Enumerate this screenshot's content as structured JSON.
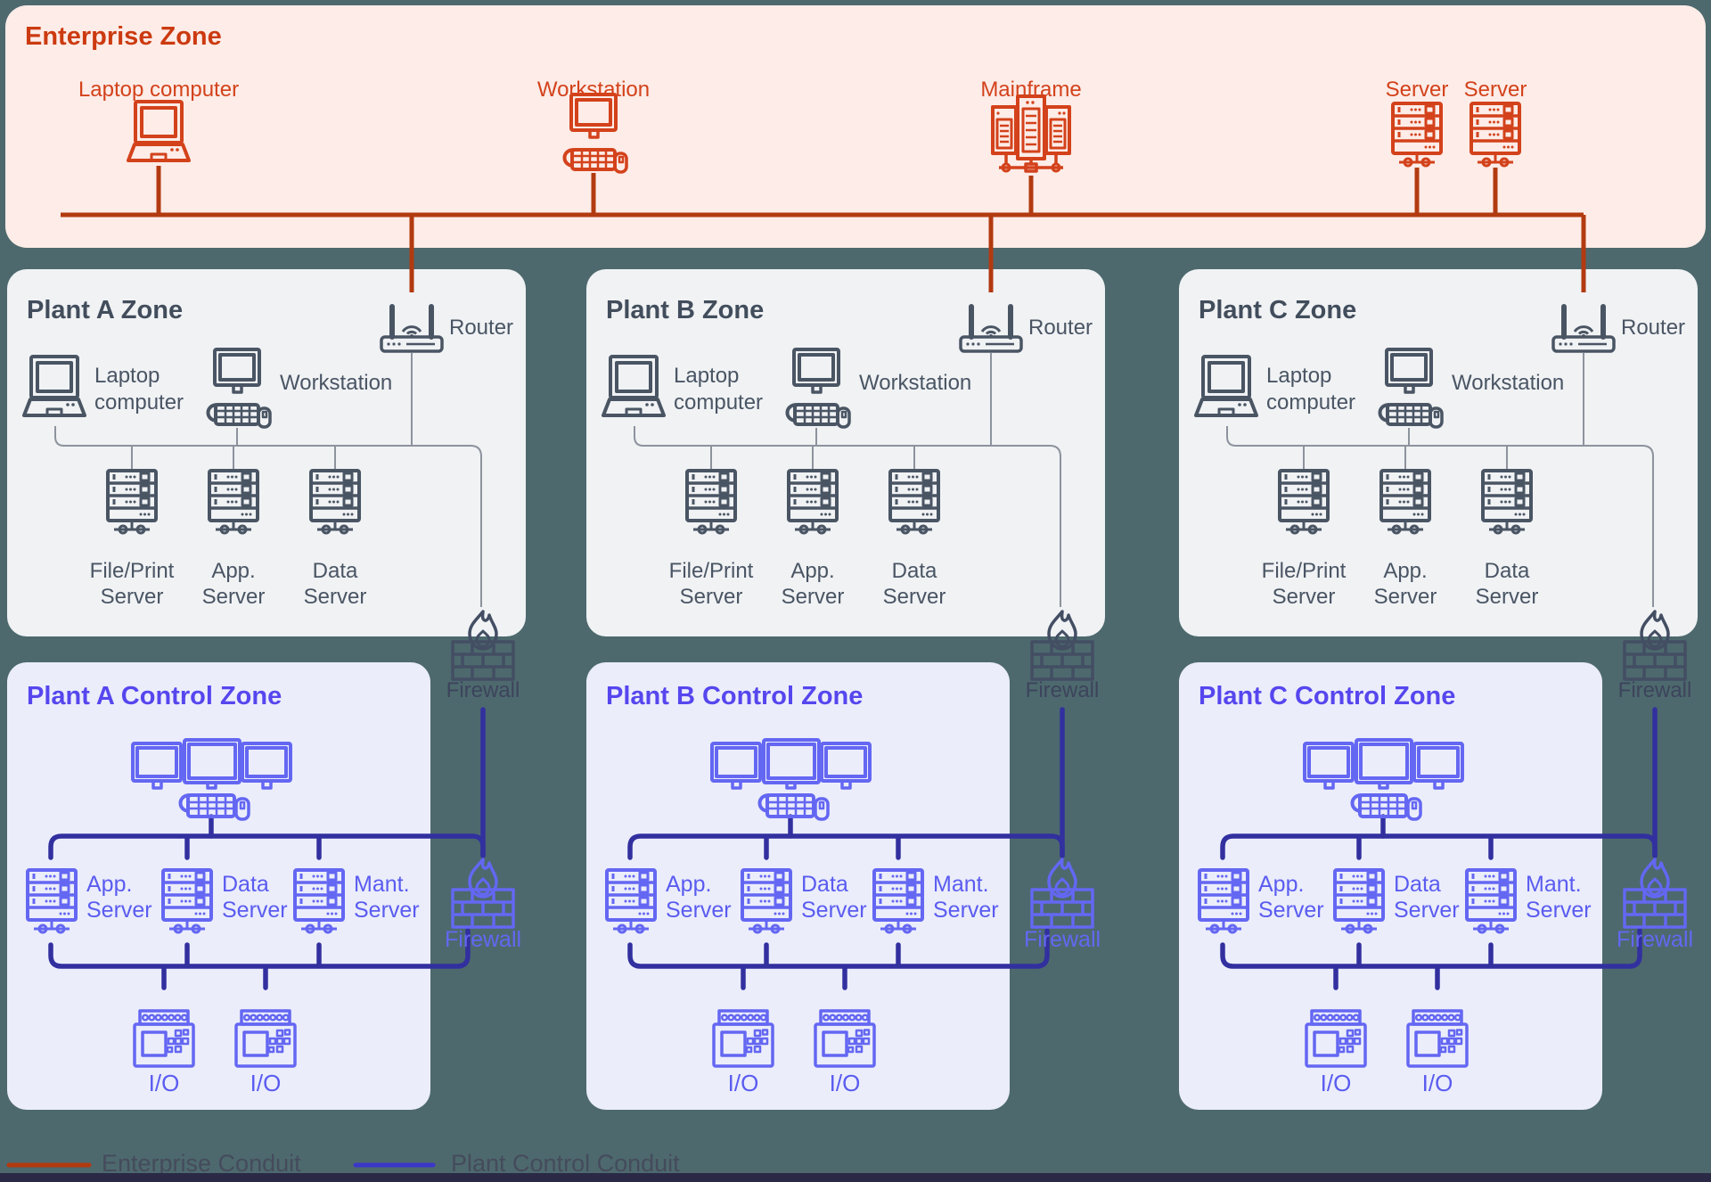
{
  "theme": {
    "background": "#4d696e",
    "footer_bar": "#2a2946",
    "ent_bg": "#fdece7",
    "ent_title": "#cc3a10",
    "ent_accent": "#d3421b",
    "ent_conduit": "#b23a10",
    "plant_bg": "#f0f2f4",
    "plant_title": "#424d5c",
    "plant_icon": "#4a5564",
    "plant_label": "#4a5564",
    "thin_line": "#8d939d",
    "fw_dark_icon": "#434e63",
    "fw_dark_label": "#3d445c",
    "ctl_bg": "#ebedfb",
    "ctl_title": "#5646ee",
    "ctl_icon": "#6467f2",
    "ctl_label": "#5a5cf0",
    "ctl_conduit": "#32309f",
    "legend_blue": "#3b36c9",
    "legend_text": "#454b5c"
  },
  "enterprise_zone": {
    "title": "Enterprise Zone",
    "devices": [
      {
        "label": "Laptop computer"
      },
      {
        "label": "Workstation"
      },
      {
        "label": "Mainframe"
      },
      {
        "label": "Server"
      },
      {
        "label": "Server"
      }
    ]
  },
  "plant_zones": [
    {
      "title": "Plant A Zone",
      "router_label": "Router",
      "laptop_line1": "Laptop",
      "laptop_line2": "computer",
      "workstation_label": "Workstation",
      "servers": [
        {
          "line1": "File/Print",
          "line2": "Server"
        },
        {
          "line1": "App.",
          "line2": "Server"
        },
        {
          "line1": "Data",
          "line2": "Server"
        }
      ],
      "firewall_label": "Firewall"
    },
    {
      "title": "Plant B Zone",
      "router_label": "Router",
      "laptop_line1": "Laptop",
      "laptop_line2": "computer",
      "workstation_label": "Workstation",
      "servers": [
        {
          "line1": "File/Print",
          "line2": "Server"
        },
        {
          "line1": "App.",
          "line2": "Server"
        },
        {
          "line1": "Data",
          "line2": "Server"
        }
      ],
      "firewall_label": "Firewall"
    },
    {
      "title": "Plant C Zone",
      "router_label": "Router",
      "laptop_line1": "Laptop",
      "laptop_line2": "computer",
      "workstation_label": "Workstation",
      "servers": [
        {
          "line1": "File/Print",
          "line2": "Server"
        },
        {
          "line1": "App.",
          "line2": "Server"
        },
        {
          "line1": "Data",
          "line2": "Server"
        }
      ],
      "firewall_label": "Firewall"
    }
  ],
  "control_zones": [
    {
      "title": "Plant A Control Zone",
      "servers": [
        {
          "line1": "App.",
          "line2": "Server"
        },
        {
          "line1": "Data",
          "line2": "Server"
        },
        {
          "line1": "Mant.",
          "line2": "Server"
        }
      ],
      "io_units": [
        {
          "label": "I/O"
        },
        {
          "label": "I/O"
        }
      ],
      "firewall_label": "Firewall"
    },
    {
      "title": "Plant B Control Zone",
      "servers": [
        {
          "line1": "App.",
          "line2": "Server"
        },
        {
          "line1": "Data",
          "line2": "Server"
        },
        {
          "line1": "Mant.",
          "line2": "Server"
        }
      ],
      "io_units": [
        {
          "label": "I/O"
        },
        {
          "label": "I/O"
        }
      ],
      "firewall_label": "Firewall"
    },
    {
      "title": "Plant C Control Zone",
      "servers": [
        {
          "line1": "App.",
          "line2": "Server"
        },
        {
          "line1": "Data",
          "line2": "Server"
        },
        {
          "line1": "Mant.",
          "line2": "Server"
        }
      ],
      "io_units": [
        {
          "label": "I/O"
        },
        {
          "label": "I/O"
        }
      ],
      "firewall_label": "Firewall"
    }
  ],
  "legend": {
    "items": [
      {
        "label": "Enterprise Conduit"
      },
      {
        "label": "Plant Control Conduit"
      }
    ]
  }
}
